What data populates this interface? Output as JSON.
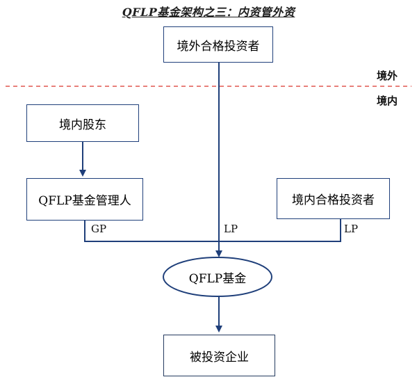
{
  "title": "QFLP基金架构之三：内资管外资",
  "regions": {
    "outside": "境外",
    "inside": "境内"
  },
  "nodes": {
    "foreign_investor": "境外合格投资者",
    "domestic_shareholder": "境内股东",
    "manager": "QFLP基金管理人",
    "domestic_investor": "境内合格投资者",
    "fund": "QFLP基金",
    "portfolio_company": "被投资企业"
  },
  "edge_labels": {
    "gp": "GP",
    "lp_foreign": "LP",
    "lp_domestic": "LP"
  },
  "colors": {
    "line": "#1f3f7a",
    "border_dashed": "#e0574f"
  }
}
